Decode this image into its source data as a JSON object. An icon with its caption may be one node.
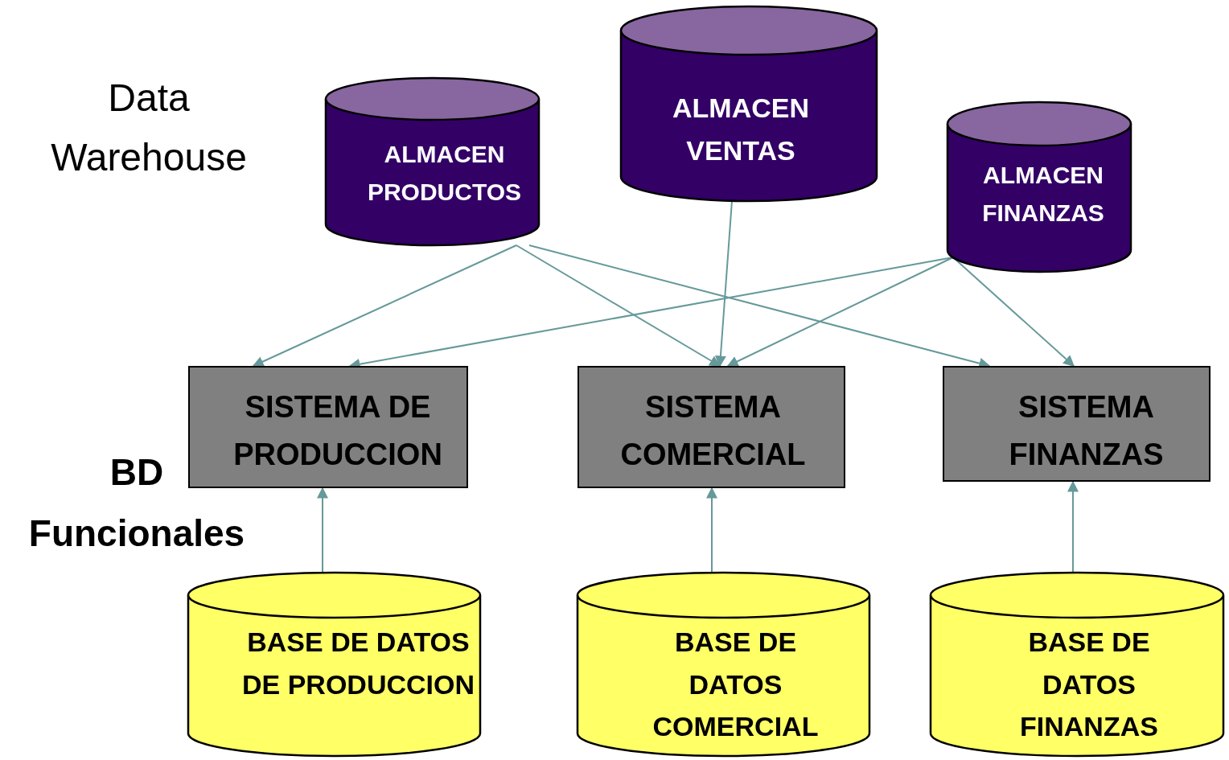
{
  "diagram": {
    "nodes": [
      {
        "text": [
          "ALMACEN PRODUCTOS"
        ]
      },
      {
        "text": [
          "ALMACEN VENTAS"
        ]
      },
      {
        "text": [
          "ALMACEN FINANZAS"
        ]
      },
      {
        "text": [
          "SISTEMA DE PRODUCCION"
        ]
      },
      {
        "text": [
          "SISTEMA COMERCIAL"
        ]
      },
      {
        "text": [
          "SISTEMA FINANZAS"
        ]
      },
      {
        "text": [
          "BASE DE DATOS DE PRODUCCION"
        ]
      },
      {
        "text": [
          "BASE DE DATOS COMERCIAL"
        ]
      },
      {
        "text": [
          "BASE DE DATOS FINANZAS"
        ]
      }
    ],
    "edges": [
      {
        "from": 0,
        "to": 3,
        "arrow": "to"
      },
      {
        "from": 0,
        "to": 4,
        "arrow": "to"
      },
      {
        "from": 0,
        "to": 5,
        "arrow": "to"
      },
      {
        "from": 1,
        "to": 4,
        "arrow": "to"
      },
      {
        "from": 2,
        "to": 3,
        "arrow": "to"
      },
      {
        "from": 2,
        "to": 4,
        "arrow": "to"
      },
      {
        "from": 2,
        "to": 5,
        "arrow": "to"
      },
      {
        "from": 6,
        "to": 3,
        "arrow": "to"
      },
      {
        "from": 7,
        "to": 4,
        "arrow": "to"
      },
      {
        "from": 8,
        "to": 5,
        "arrow": "to"
      }
    ],
    "labels": [
      "Data Warehouse",
      "BD Funcionales"
    ]
  }
}
